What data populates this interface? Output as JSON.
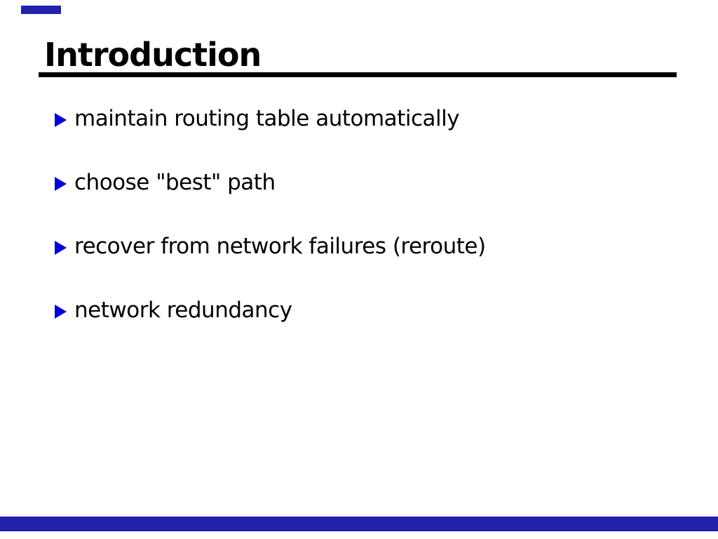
{
  "slide": {
    "title": "Introduction",
    "bullets": [
      "maintain routing table automatically",
      "choose \"best\" path",
      "recover from network failures (reroute)",
      "network redundancy"
    ],
    "marker_icon": "right-pointing-triangle",
    "colors": {
      "accent_bar": "#2222AA",
      "bullet_marker": "#0000DD",
      "title_underline": "#000000",
      "text": "#000000",
      "background": "#FFFFFF"
    }
  }
}
